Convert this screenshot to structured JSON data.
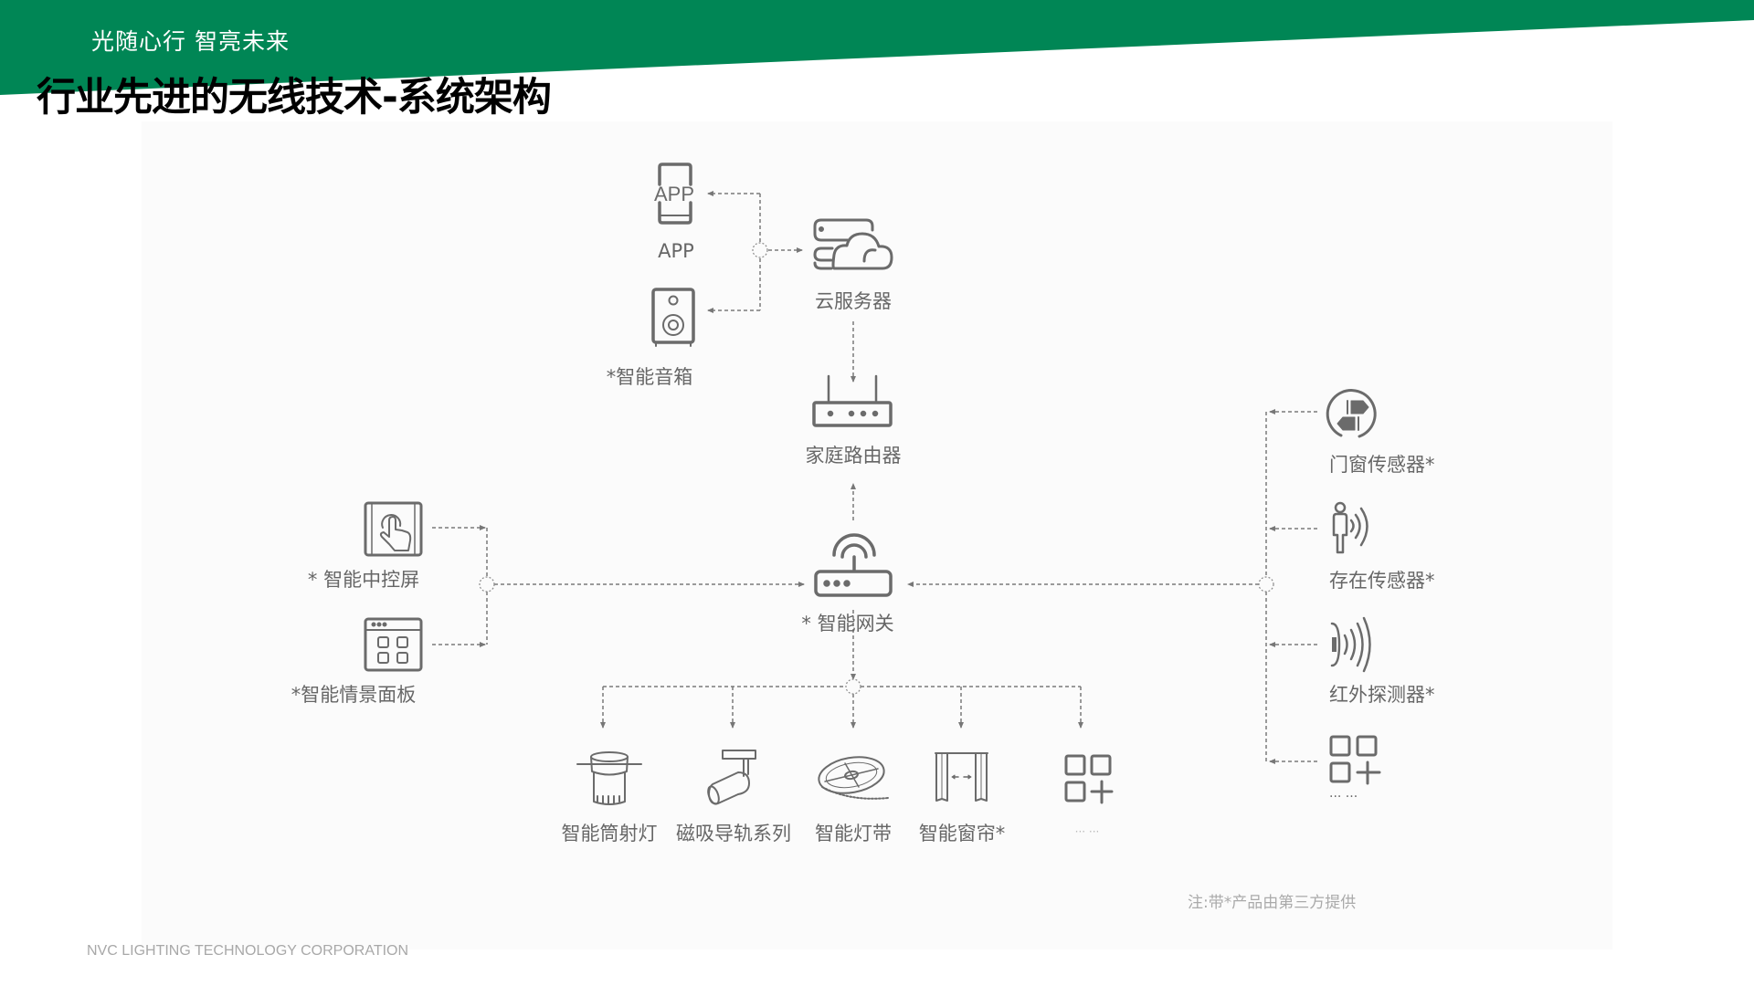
{
  "header": {
    "tagline": "光随心行  智亮未来",
    "title": "行业先进的无线技术-系统架构",
    "brand_color": "#008655"
  },
  "diagram": {
    "nodes": {
      "app": {
        "icon_text": "APP",
        "label": "APP"
      },
      "speaker": {
        "label": "*智能音箱"
      },
      "cloud": {
        "label": "云服务器"
      },
      "router": {
        "label": "家庭路由器"
      },
      "gateway": {
        "label": "* 智能网关"
      },
      "control_screen": {
        "label": "* 智能中控屏"
      },
      "scene_panel": {
        "label": "*智能情景面板"
      },
      "door_sensor": {
        "label": "门窗传感器*"
      },
      "presence_sensor": {
        "label": "存在传感器*"
      },
      "ir_detector": {
        "label": "红外探测器*"
      },
      "right_more": {
        "label": "··· ···"
      },
      "downlight": {
        "label": "智能筒射灯"
      },
      "magnetic_track": {
        "label": "磁吸导轨系列"
      },
      "light_strip": {
        "label": "智能灯带"
      },
      "curtain": {
        "label": "智能窗帘*"
      },
      "bottom_more": {
        "label": "··· ···"
      }
    },
    "line_color": "#777777",
    "icon_color": "#6b6b6b"
  },
  "note": "注:带*产品由第三方提供",
  "footer": "NVC LIGHTING TECHNOLOGY CORPORATION"
}
